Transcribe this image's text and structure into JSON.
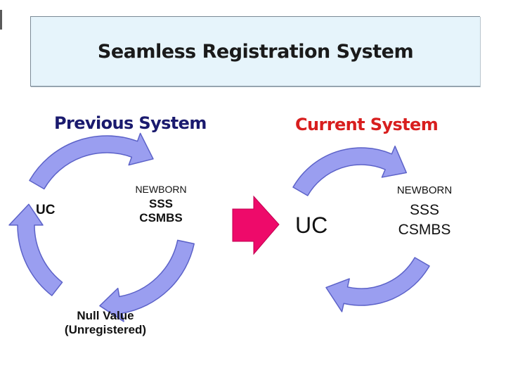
{
  "title": "Seamless Registration System",
  "previous": {
    "heading": "Previous System",
    "heading_color": "#1a1a6e",
    "labels": {
      "uc": "UC",
      "newborn": "NEWBORN",
      "sss": "SSS",
      "csmbs": "CSMBS",
      "null_value": "Null Value",
      "unregistered": "(Unregistered)"
    }
  },
  "current": {
    "heading": "Current System",
    "heading_color": "#d81e1e",
    "labels": {
      "uc": "UC",
      "newborn": "NEWBORN",
      "sss": "SSS",
      "csmbs": "CSMBS"
    }
  },
  "colors": {
    "cycle_arrow_fill": "#9a9ef0",
    "cycle_arrow_stroke": "#5c62c8",
    "transition_arrow": "#ee0a6a",
    "title_background": "#e6f4fb"
  },
  "icons": {
    "cycle_arrow": "curved-arrow-icon",
    "transition_arrow": "right-arrow-icon"
  }
}
